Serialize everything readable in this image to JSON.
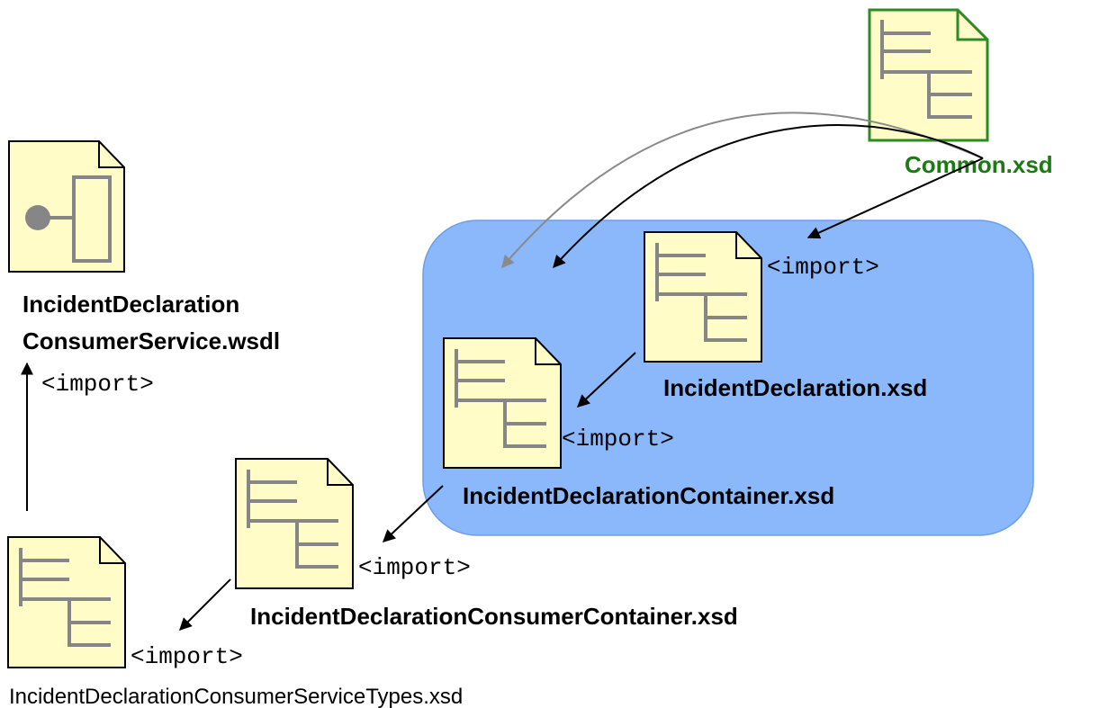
{
  "colors": {
    "group_fill": "#8ab8fb",
    "doc_fill": "#fffcc8",
    "doc_stroke": "#000000",
    "doc_tree": "#868686",
    "common_stroke": "#2e8b23",
    "common_label": "#1b7a12",
    "arrow": "#000000",
    "arrow_gray": "#8a8a8a"
  },
  "files": {
    "common": {
      "label": "Common.xsd",
      "icon": "xsd-file-icon"
    },
    "incident_declaration": {
      "label": "IncidentDeclaration.xsd",
      "import_label": "<import>",
      "icon": "xsd-file-icon"
    },
    "incident_declaration_container": {
      "label": "IncidentDeclarationContainer.xsd",
      "import_label": "<import>",
      "icon": "xsd-file-icon"
    },
    "consumer_container": {
      "label": "IncidentDeclarationConsumerContainer.xsd",
      "import_label": "<import>",
      "icon": "xsd-file-icon"
    },
    "consumer_service_types": {
      "label": "IncidentDeclarationConsumerServiceTypes.xsd",
      "import_label": "<import>",
      "icon": "xsd-file-icon"
    },
    "consumer_service_wsdl": {
      "label_line1": "IncidentDeclaration",
      "label_line2": "ConsumerService.wsdl",
      "import_label": "<import>",
      "icon": "wsdl-file-icon"
    }
  }
}
